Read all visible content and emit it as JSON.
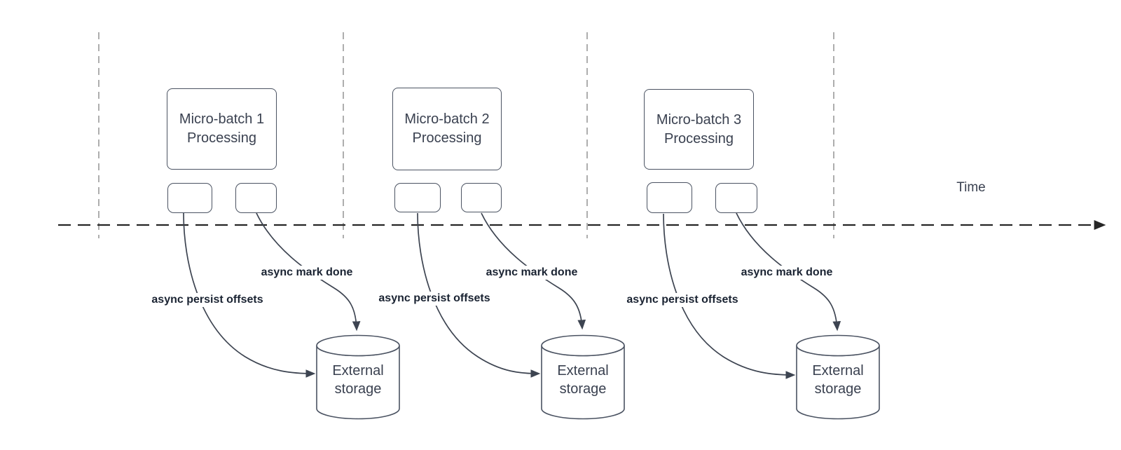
{
  "diagram": {
    "time_label": "Time",
    "groups": [
      {
        "processing_box": {
          "line1": "Micro-batch 1",
          "line2": "Processing"
        },
        "persist_arrow_label": "async persist offsets",
        "mark_done_arrow_label": "async mark done",
        "storage": {
          "line1": "External",
          "line2": "storage"
        }
      },
      {
        "processing_box": {
          "line1": "Micro-batch 2",
          "line2": "Processing"
        },
        "persist_arrow_label": "async persist offsets",
        "mark_done_arrow_label": "async mark done",
        "storage": {
          "line1": "External",
          "line2": "storage"
        }
      },
      {
        "processing_box": {
          "line1": "Micro-batch 3",
          "line2": "Processing"
        },
        "persist_arrow_label": "async persist offsets",
        "mark_done_arrow_label": "async mark done",
        "storage": {
          "line1": "External",
          "line2": "storage"
        }
      }
    ],
    "colors": {
      "shape_stroke": "#4b5362",
      "text": "#3a4150",
      "bold_label": "#1a2332",
      "timeline": "#262626",
      "guide": "#a5a5a5",
      "arrow": "#3d4451",
      "background": "#ffffff"
    }
  }
}
